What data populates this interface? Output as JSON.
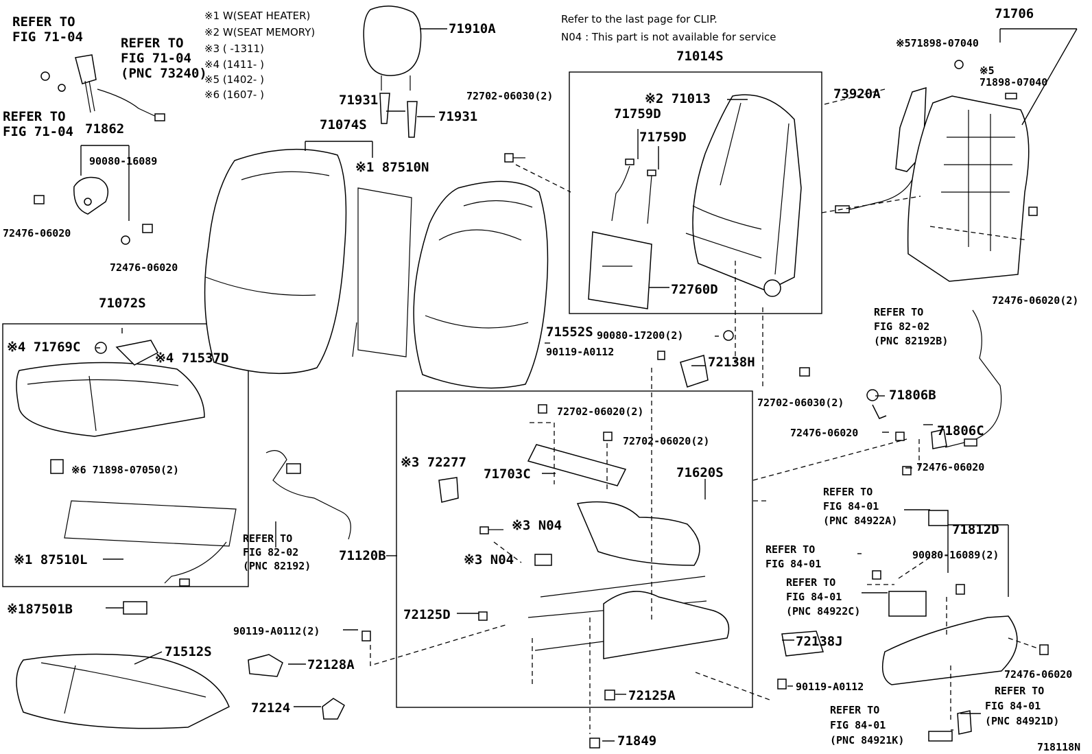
{
  "notes": {
    "n1": "※1 W(SEAT HEATER)",
    "n2": "※2 W(SEAT MEMORY)",
    "n3": "※3 (     -1311)",
    "n4": "※4 (1411-     )",
    "n5": "※5 (1402-     )",
    "n6": "※6 (1607-     )",
    "clip": "Refer to the last page for CLIP.",
    "n04": "N04 : This part is not available for service"
  },
  "labels": {
    "ref_7104_a1": "REFER TO",
    "ref_7104_a2": "FIG 71-04",
    "ref_7104_b1": "REFER TO",
    "ref_7104_b2": "FIG 71-04",
    "ref_7104_b3": "(PNC 73240)",
    "ref_7104_c1": "REFER TO",
    "ref_7104_c2": "FIG 71-04",
    "p71862": "71862",
    "p90080_16089": "90080-16089",
    "p72476_a": "72476-06020",
    "p72476_b": "72476-06020",
    "p71910A": "71910A",
    "p71931_a": "71931",
    "p71931_b": "71931",
    "p71074S": "71074S",
    "p87510N": "※1 87510N",
    "p72702_06030_a": "72702-06030(2)",
    "p71014S": "71014S",
    "p71013": "※2 71013",
    "p71759D_a": "71759D",
    "p71759D_b": "71759D",
    "p72760D": "72760D",
    "p73920A": "73920A",
    "p71706": "71706",
    "p71898_a": "※571898-07040",
    "p71898_b1": "※5",
    "p71898_b2": "71898-07040",
    "p72476_c": "72476-06020(2)",
    "p71072S": "71072S",
    "p71769C": "※4 71769C",
    "p71537D": "※4 71537D",
    "p71552S": "71552S",
    "p90080_17200": "90080-17200(2)",
    "p90119_a": "90119-A0112",
    "p72138H": "72138H",
    "p72702_06030_b": "72702-06030(2)",
    "ref_8202_a1": "REFER TO",
    "ref_8202_a2": "FIG 82-02",
    "ref_8202_a3": "(PNC 82192B)",
    "p71806B": "71806B",
    "p72476_d": "72476-06020",
    "p71806C": "71806C",
    "p72476_e": "72476-06020",
    "p72702_06020_a": "72702-06020(2)",
    "p72702_06020_b": "72702-06020(2)",
    "p71898_c": "※6 71898-07050(2)",
    "p72277": "※3 72277",
    "p71703C": "71703C",
    "p71620S": "71620S",
    "p87510L": "※1 87510L",
    "ref_8202_b1": "REFER TO",
    "ref_8202_b2": "FIG 82-02",
    "ref_8202_b3": "(PNC 82192)",
    "p71120B": "71120B",
    "pN04_a": "※3 N04",
    "pN04_b": "※3 N04",
    "ref_8401_a1": "REFER TO",
    "ref_8401_a2": "FIG 84-01",
    "ref_8401_a3": "(PNC 84922A)",
    "p71812D": "71812D",
    "ref_8401_b1": "REFER TO",
    "ref_8401_b2": "FIG 84-01",
    "p90080_16089_2": "90080-16089(2)",
    "ref_8401_c1": "REFER TO",
    "ref_8401_c2": "FIG 84-01",
    "ref_8401_c3": "(PNC 84922C)",
    "p87501B": "※187501B",
    "p72125D": "72125D",
    "p90119_b": "90119-A0112(2)",
    "p71512S": "71512S",
    "p72128A": "72128A",
    "p72138J": "72138J",
    "p72476_f": "72476-06020",
    "p90119_c": "90119-A0112",
    "p72124": "72124",
    "p72125A": "72125A",
    "ref_8401_d1": "REFER TO",
    "ref_8401_d2": "FIG 84-01",
    "ref_8401_d3": "(PNC 84921D)",
    "ref_8401_e1": "REFER TO",
    "ref_8401_e2": "FIG 84-01",
    "ref_8401_e3": "(PNC 84921K)",
    "p71849": "71849",
    "fig_no": "718118N"
  }
}
